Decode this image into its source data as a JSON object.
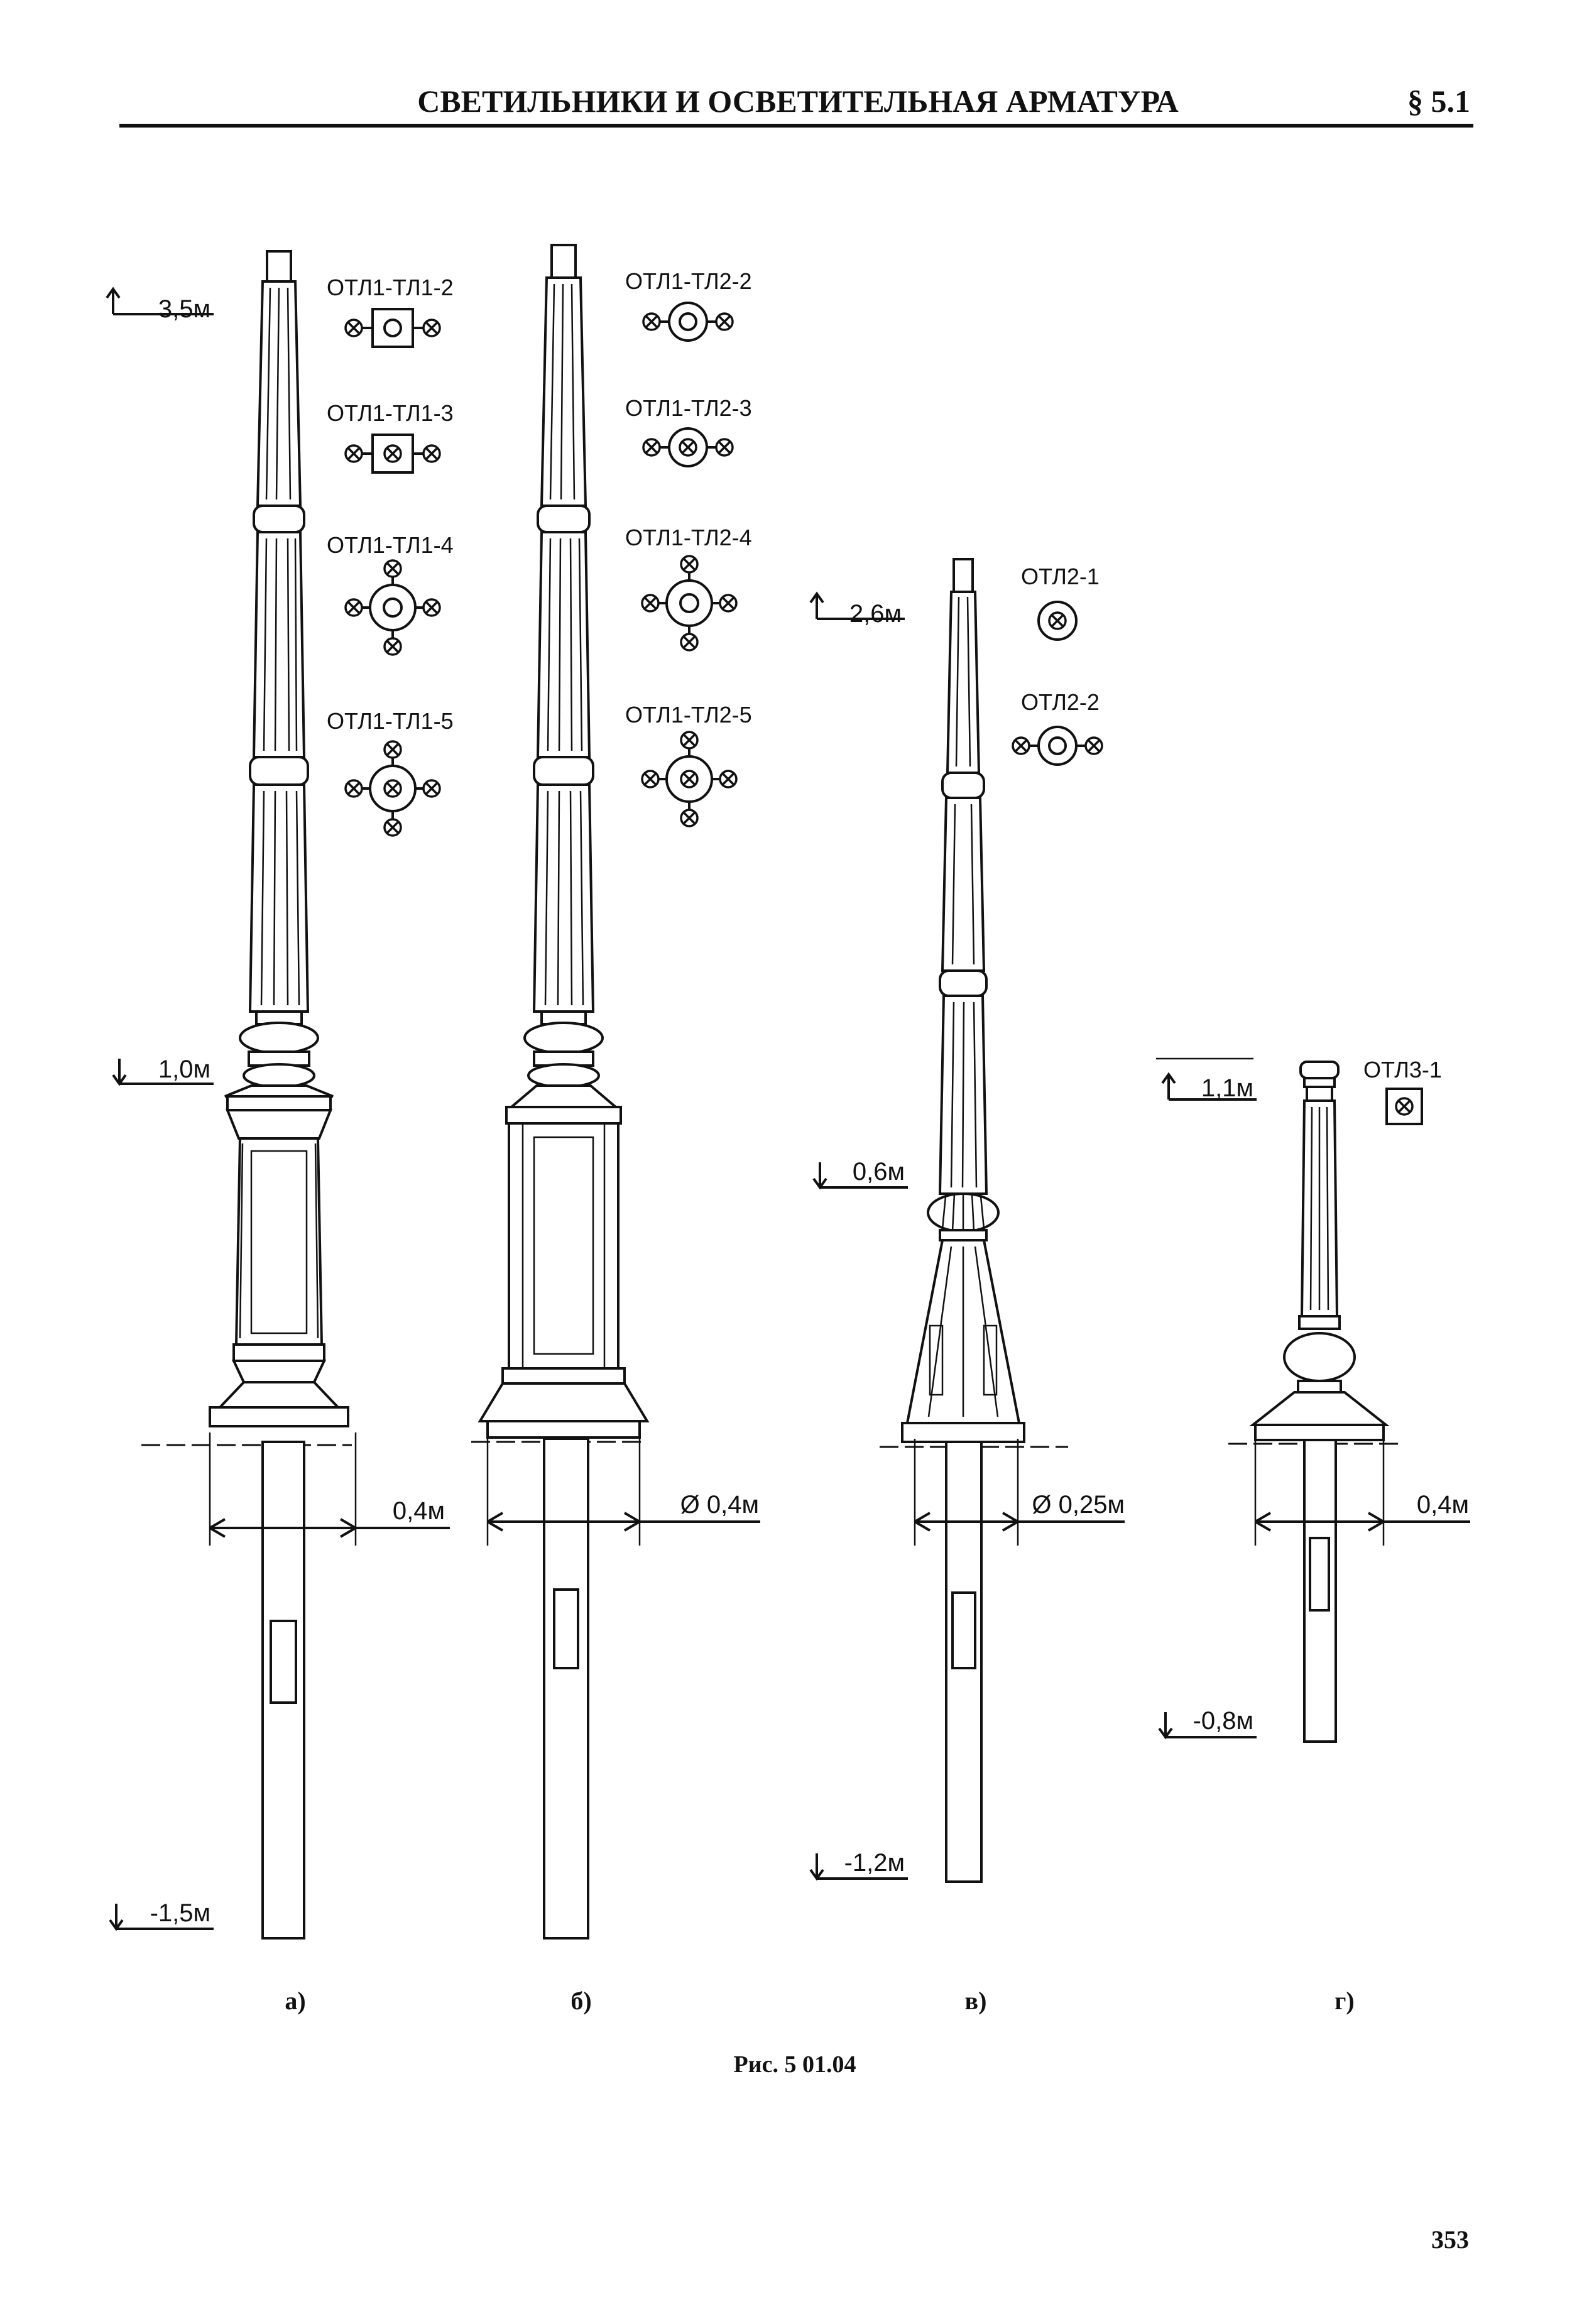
{
  "header": {
    "title": "СВЕТИЛЬНИКИ И ОСВЕТИТЕЛЬНАЯ АРМАТУРА",
    "section": "§ 5.1"
  },
  "poles": {
    "a": {
      "label": "а)",
      "top_level": "3,5м",
      "mid_level": "1,0м",
      "bottom_level": "-1,5м",
      "diameter": "0,4м",
      "variants": [
        "ОТЛ1-ТЛ1-2",
        "ОТЛ1-ТЛ1-3",
        "ОТЛ1-ТЛ1-4",
        "ОТЛ1-ТЛ1-5"
      ]
    },
    "b": {
      "label": "б)",
      "diameter": "Ø 0,4м",
      "variants": [
        "ОТЛ1-ТЛ2-2",
        "ОТЛ1-ТЛ2-3",
        "ОТЛ1-ТЛ2-4",
        "ОТЛ1-ТЛ2-5"
      ]
    },
    "v": {
      "label": "в)",
      "top_level": "2,6м",
      "mid_level": "0,6м",
      "bottom_level": "-1,2м",
      "diameter": "Ø 0,25м",
      "variants": [
        "ОТЛ2-1",
        "ОТЛ2-2"
      ]
    },
    "g": {
      "label": "г)",
      "top_level": "1,1м",
      "bottom_level": "-0,8м",
      "diameter": "0,4м",
      "variants": [
        "ОТЛ3-1"
      ]
    }
  },
  "caption": "Рис. 5 01.04",
  "page_number": "353"
}
